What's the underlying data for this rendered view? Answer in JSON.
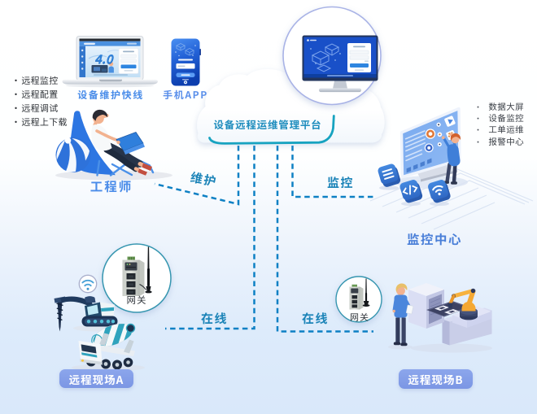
{
  "page": {
    "title": "设备远程运维管理平台"
  },
  "colors": {
    "background_top": "#ffffff",
    "background_bottom": "#d9e8fa",
    "dash_line": "#0d80c4",
    "cloud_accent_teal": "#17a3c0",
    "cloud_title_color": "#1d8cbd",
    "link_label_color": "#1c84b8",
    "blue_label_color": "#4a8ce9",
    "badge_fill": "#7e96e4",
    "list_text_color": "#33383e"
  },
  "cloud": {
    "title": "设备远程运维管理平台"
  },
  "maintenance_suite": {
    "laptop_label": "设备维护快线",
    "laptop_screen_headline": "4.0",
    "phone_label": "手机APP",
    "bullet": "·",
    "features": [
      "远程监控",
      "远程配置",
      "远程调试",
      "远程上下载"
    ]
  },
  "engineer": {
    "label": "工程师"
  },
  "links": {
    "maintenance": "维护",
    "monitoring": "监控",
    "online_a": "在线",
    "online_b": "在线"
  },
  "monitoring_center": {
    "label": "监控中心",
    "bullet": "•",
    "features": [
      "数据大屏",
      "设备监控",
      "工单运维",
      "报警中心"
    ]
  },
  "icons": {
    "wifi_icon": "📶",
    "menu_list_icon": "☰",
    "code_icon": "</>",
    "play_icon": "▶",
    "gear_icon": "⚙"
  },
  "site_a": {
    "badge": "远程现场A",
    "gateway": "网关"
  },
  "site_b": {
    "badge": "远程现场B",
    "gateway": "网关"
  }
}
